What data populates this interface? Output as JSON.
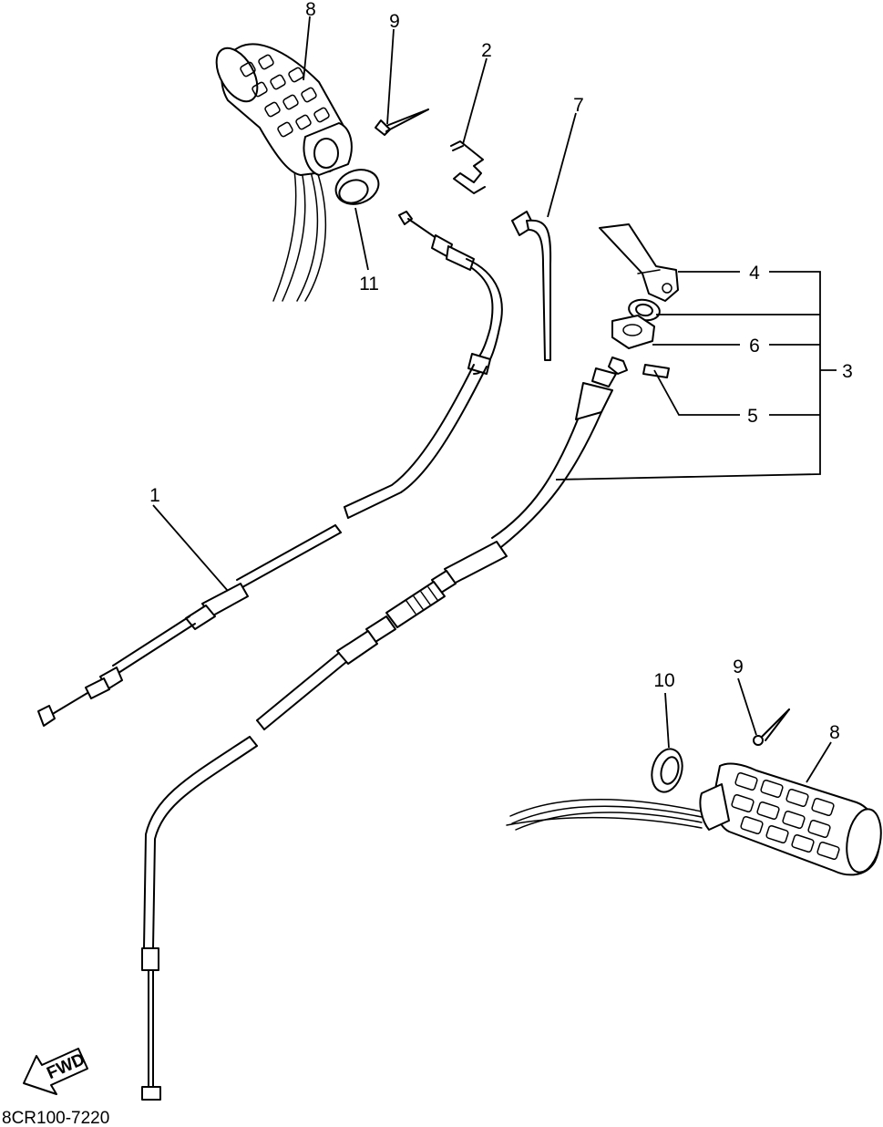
{
  "diagram": {
    "callouts": {
      "c1": "1",
      "c2": "2",
      "c3": "3",
      "c4": "4",
      "c5": "5",
      "c6": "6",
      "c7": "7",
      "c8a": "8",
      "c8b": "8",
      "c9a": "9",
      "c9b": "9",
      "c10": "10",
      "c11": "11"
    },
    "fwd_arrow_label": "FWD",
    "drawing_code": "8CR100-7220"
  }
}
